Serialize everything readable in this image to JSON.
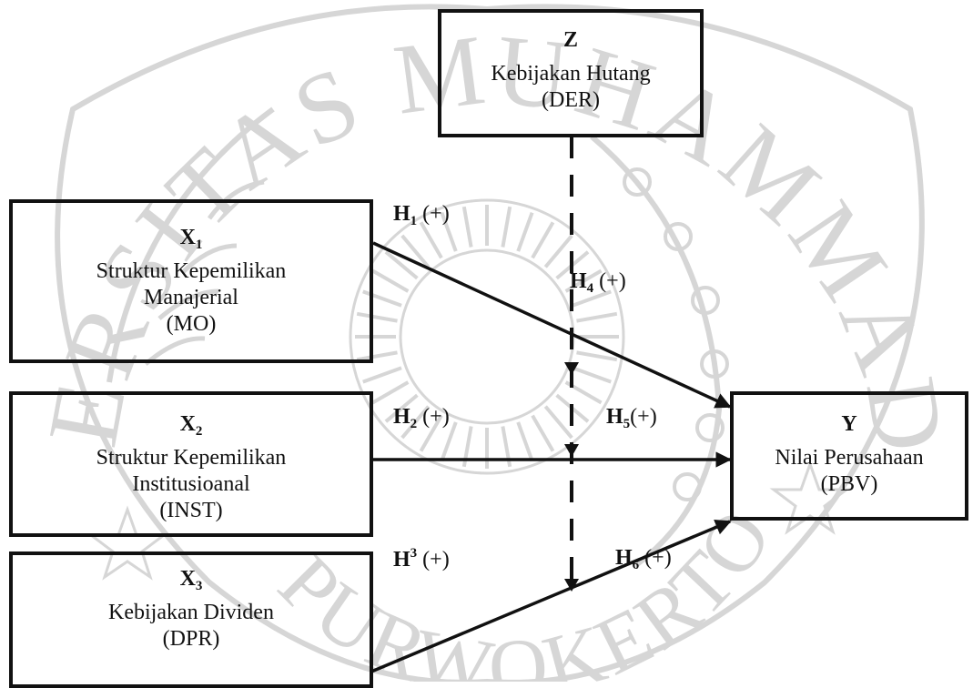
{
  "watermark": {
    "text_top": "UNIVERSITAS MUHAMMADIYAH",
    "text_bottom": "PURWOKERTO",
    "color": "#d6d6d6"
  },
  "nodes": {
    "z": {
      "code": "Z",
      "sub": "",
      "lines": [
        "Kebijakan Hutang",
        "(DER)"
      ]
    },
    "x1": {
      "code": "X",
      "sub": "1",
      "lines": [
        "Struktur Kepemilikan",
        "Manajerial",
        "(MO)"
      ]
    },
    "x2": {
      "code": "X",
      "sub": "2",
      "lines": [
        "Struktur Kepemilikan",
        "Institusioanal",
        "(INST)"
      ]
    },
    "x3": {
      "code": "X",
      "sub": "3",
      "lines": [
        "Kebijakan Dividen",
        "(DPR)"
      ]
    },
    "y": {
      "code": "Y",
      "sub": "",
      "lines": [
        "Nilai Perusahaan",
        "(PBV)"
      ]
    }
  },
  "hypotheses": {
    "h1": {
      "letter": "H",
      "sub": "1",
      "sup": "",
      "sign": "(+)"
    },
    "h2": {
      "letter": "H",
      "sub": "2",
      "sup": "",
      "sign": "(+)"
    },
    "h3": {
      "letter": "H",
      "sub": "",
      "sup": "3",
      "sign": "(+)"
    },
    "h4": {
      "letter": "H",
      "sub": "4",
      "sup": "",
      "sign": "(+)"
    },
    "h5": {
      "letter": "H",
      "sub": "5",
      "sup": "",
      "sign": "(+)"
    },
    "h6": {
      "letter": "H",
      "sub": "6",
      "sup": "",
      "sign": "(+)"
    }
  },
  "colors": {
    "stroke": "#111111",
    "watermark": "#d6d6d6"
  }
}
